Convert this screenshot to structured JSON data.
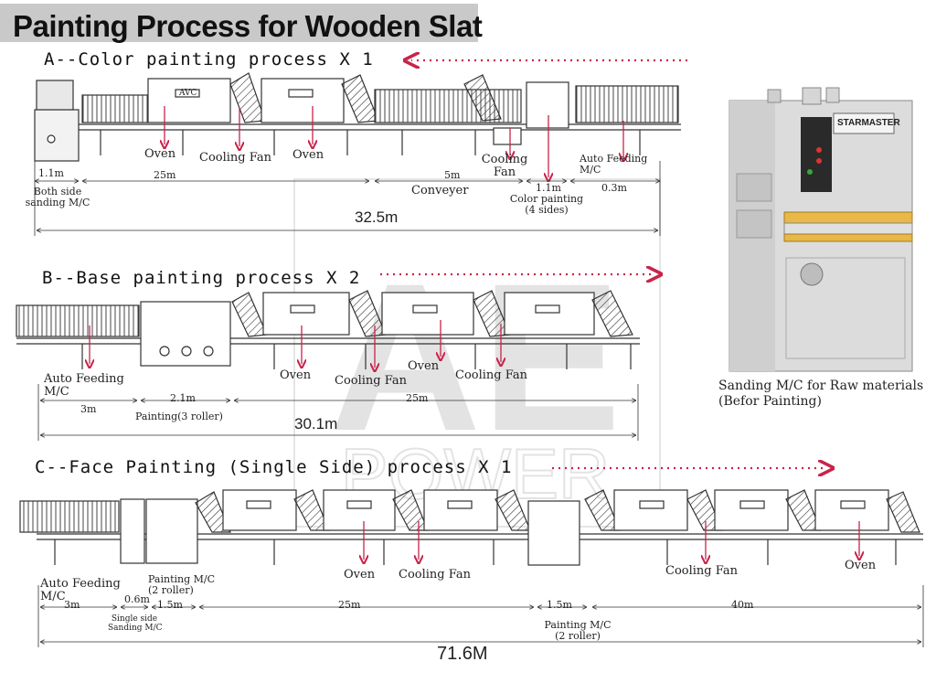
{
  "title": "Painting Process for Wooden Slat",
  "watermark": {
    "line1": "AE",
    "line2": "POWER"
  },
  "oven_badge": "AVC",
  "section_a": {
    "heading": "A--Color painting process X 1",
    "labels": {
      "oven_1": "Oven",
      "cooling_fan_1": "Cooling Fan",
      "oven_2": "Oven",
      "cooling_fan_2_line1": "Cooling",
      "cooling_fan_2_line2": "Fan",
      "auto_feeding_line1": "Auto Feeding",
      "auto_feeding_line2": "M/C",
      "both_side_line1": "Both side",
      "both_side_line2": "sanding M/C",
      "conveyer": "Conveyer",
      "color_painting_line1": "Color painting",
      "color_painting_line2": "(4 sides)"
    },
    "dims": {
      "d1": "1.1m",
      "d2": "25m",
      "d3": "5m",
      "d4": "1.1m",
      "d5": "0.3m",
      "total": "32.5m"
    }
  },
  "section_b": {
    "heading": "B--Base painting process X 2",
    "labels": {
      "auto_feeding_line1": "Auto Feeding",
      "auto_feeding_line2": "M/C",
      "oven_1": "Oven",
      "cooling_fan_1": "Cooling Fan",
      "oven_2": "Oven",
      "cooling_fan_2": "Cooling Fan",
      "painting": "Painting(3 roller)"
    },
    "dims": {
      "d1": "3m",
      "d2": "2.1m",
      "d3": "25m",
      "total": "30.1m"
    }
  },
  "section_c": {
    "heading": "C--Face Painting (Single Side) process X 1",
    "labels": {
      "auto_feeding_line1": "Auto Feeding",
      "auto_feeding_line2": "M/C",
      "painting_mc_line1": "Painting M/C",
      "painting_mc_line2": "(2 roller)",
      "oven_1": "Oven",
      "cooling_fan_1": "Cooling Fan",
      "cooling_fan_2": "Cooling Fan",
      "oven_2": "Oven",
      "single_side_line1": "Single side",
      "single_side_line2": "Sanding M/C",
      "painting_mc2_line1": "Painting M/C",
      "painting_mc2_line2": "(2 roller)"
    },
    "dims": {
      "d1": "3m",
      "d2": "0.6m",
      "d3": "1.5m",
      "d4": "25m",
      "d5": "1.5m",
      "d6": "40m",
      "total": "71.6M"
    }
  },
  "sanding_machine": {
    "brand": "STARMASTER",
    "caption_line1": "Sanding M/C for Raw materials",
    "caption_line2": "(Befor Painting)"
  },
  "colors": {
    "title_bar": "#c9c9c9",
    "arrow": "#c8244a",
    "line": "#333333",
    "machine_body": "#dcdcdc",
    "machine_accent": "#e8b848"
  }
}
